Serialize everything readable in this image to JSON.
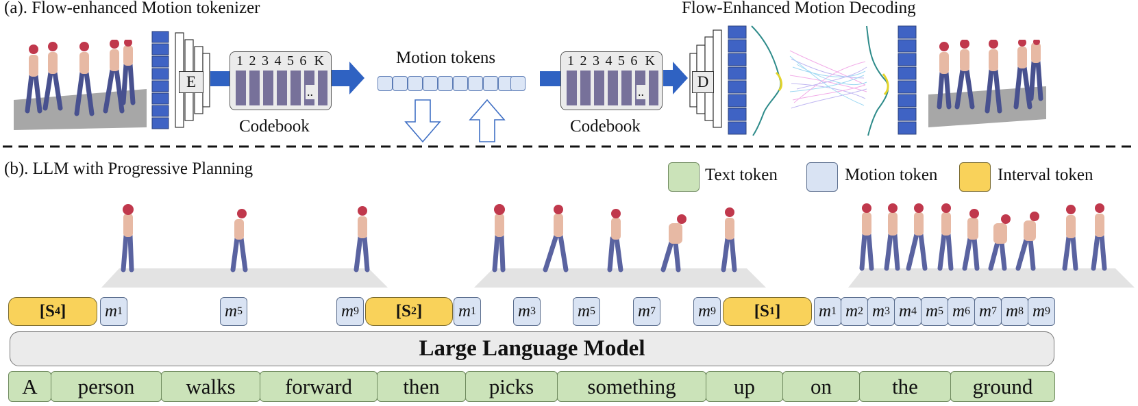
{
  "part_a": {
    "title": "(a). Flow-enhanced Motion tokenizer",
    "decoding_title": "Flow-Enhanced Motion Decoding",
    "encoder_label": "E",
    "decoder_label": "D",
    "codebook_label": "Codebook",
    "codebook_indices": [
      "1",
      "2",
      "3",
      "4",
      "5",
      "6",
      "K"
    ],
    "codebook_ellipsis": "..",
    "motion_tokens_label": "Motion tokens"
  },
  "part_b": {
    "title": "(b). LLM with Progressive Planning",
    "legend": {
      "text_token": "Text token",
      "motion_token": "Motion token",
      "interval_token": "Interval token"
    },
    "llm_label": "Large Language Model",
    "interval_tokens": [
      {
        "base": "S",
        "sub": "4"
      },
      {
        "base": "S",
        "sub": "2"
      },
      {
        "base": "S",
        "sub": "1"
      }
    ],
    "motion_tokens_group1": [
      "1",
      "5",
      "9"
    ],
    "motion_tokens_group2": [
      "1",
      "3",
      "5",
      "7",
      "9"
    ],
    "motion_tokens_group3": [
      "1",
      "2",
      "3",
      "4",
      "5",
      "6",
      "7",
      "8",
      "9"
    ],
    "motion_token_base": "m",
    "text_tokens": [
      "A",
      "person",
      "walks",
      "forward",
      "then",
      "picks",
      "something",
      "up",
      "on",
      "the",
      "ground"
    ]
  },
  "colors": {
    "text_token": "#cbe3b9",
    "motion_token": "#d9e3f3",
    "interval_token": "#f9d25a",
    "encoder_blue": "#3f63c4",
    "codebook_bar": "#77719a",
    "arrow_blue": "#2f62c2"
  }
}
